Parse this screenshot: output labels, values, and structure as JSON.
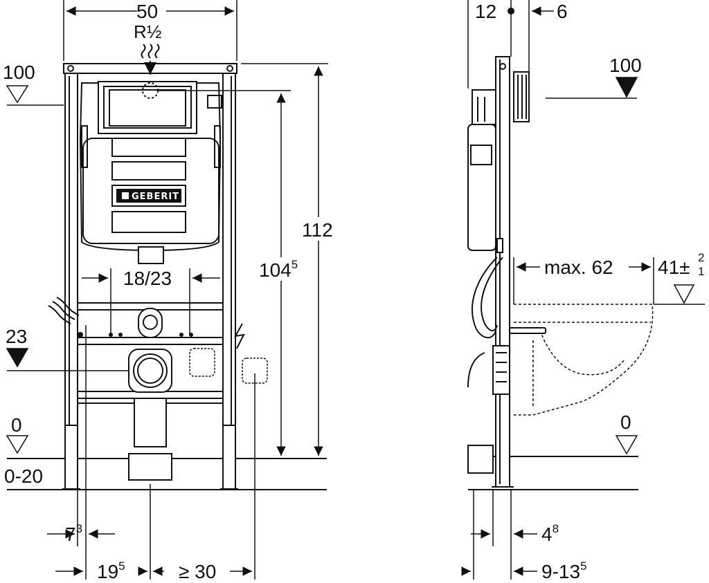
{
  "front_view": {
    "width": "50",
    "pipe": "R½",
    "level_top": "100",
    "level_mid": "23",
    "level_floor": "0",
    "floor_range": "0-20",
    "height_total": "112",
    "height_drain_main": "104",
    "height_drain_sup": "5",
    "button_spacing": "18/23",
    "offset_a_main": "7",
    "offset_a_sup": "3",
    "offset_b_main": "19",
    "offset_b_sup": "5",
    "clearance": "≥ 30",
    "brand": "GEBERIT"
  },
  "side_view": {
    "depth_a": "12",
    "depth_b": "6",
    "level_top": "100",
    "max_length": "max. 62",
    "tol_main": "41",
    "tol_pm": "±",
    "tol_plus": "2",
    "tol_minus": "1",
    "level_floor": "0",
    "wall_a_main": "4",
    "wall_a_sup": "8",
    "wall_b_main": "9-13",
    "wall_b_sup": "5"
  },
  "colors": {
    "ink": "#111111",
    "paper": "#ffffff",
    "dash": "#333333"
  }
}
